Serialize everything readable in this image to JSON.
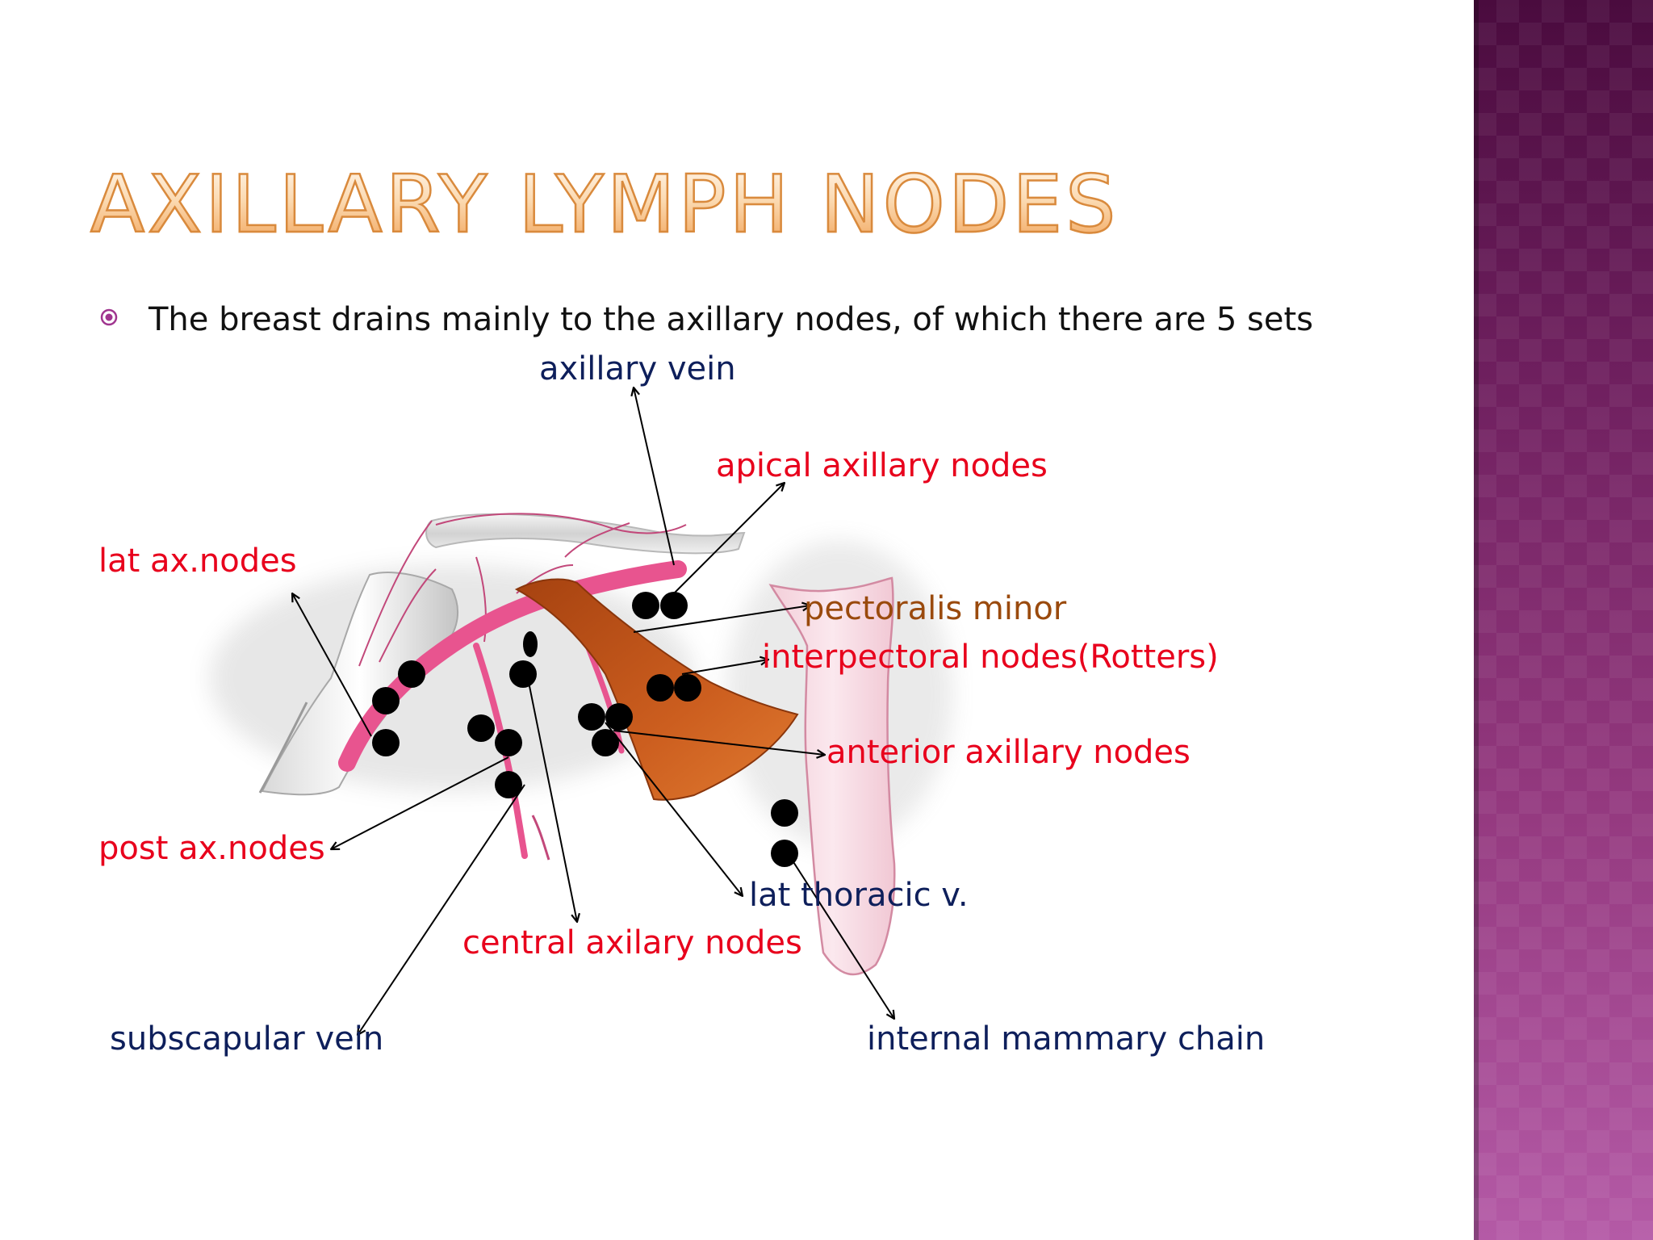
{
  "slide": {
    "title": "Axillary lymph nodes",
    "bullets": [
      {
        "text": "The breast drains mainly to the axillary nodes, of which there are 5 sets"
      }
    ]
  },
  "colors": {
    "title_fill": "#f6c58c",
    "title_stroke": "#d98a3d",
    "bullet_marker": "#a0358f",
    "label_red": "#e8001c",
    "label_navy": "#0e1f5b",
    "label_brown": "#9a4a0d",
    "vein_pink": "#e8548f",
    "muscle_brown": "#c8581c",
    "sidebar_dark": "#4a0b3e",
    "sidebar_light": "#b45aa6"
  },
  "diagram": {
    "labels": {
      "axillary_vein": "axillary vein",
      "apical_nodes": "apical axillary nodes",
      "lat_nodes": "lat ax.nodes",
      "pectoralis_minor": "pectoralis minor",
      "interpectoral_nodes": "interpectoral nodes(Rotters)",
      "anterior_nodes": "anterior axillary nodes",
      "post_nodes": "post ax.nodes",
      "lat_thoracic": "lat thoracic v.",
      "central_nodes": "central axilary nodes",
      "subscapular_vein": "subscapular vein",
      "internal_mammary": "internal mammary chain"
    }
  }
}
